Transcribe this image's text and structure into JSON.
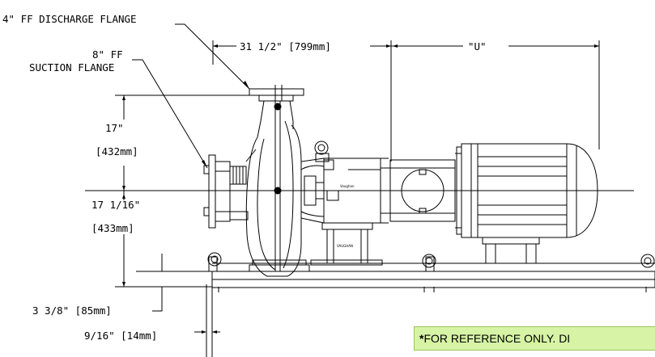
{
  "labels": {
    "discharge_flange": "4\" FF DISCHARGE FLANGE",
    "suction_flange_line1": "8\" FF",
    "suction_flange_line2": "SUCTION FLANGE",
    "dim_length": "31 1/2\" [799mm]",
    "dim_u": "\"U\"",
    "dim_upper_in": "17\"",
    "dim_upper_mm": "[432mm]",
    "dim_lower_in": "17 1/16\"",
    "dim_lower_mm": "[433mm]",
    "dim_base_height": "3 3/8\" [85mm]",
    "dim_rail": "9/16\" [14mm]",
    "brand_mark": "Vaughan",
    "pedestal_mark": "VAUGHAN"
  },
  "note": {
    "asterisk": "*",
    "text": "FOR REFERENCE ONLY. DI"
  },
  "colors": {
    "line": "#000000",
    "note_bg": "#d6f3a6",
    "note_border": "#9cc45d"
  }
}
